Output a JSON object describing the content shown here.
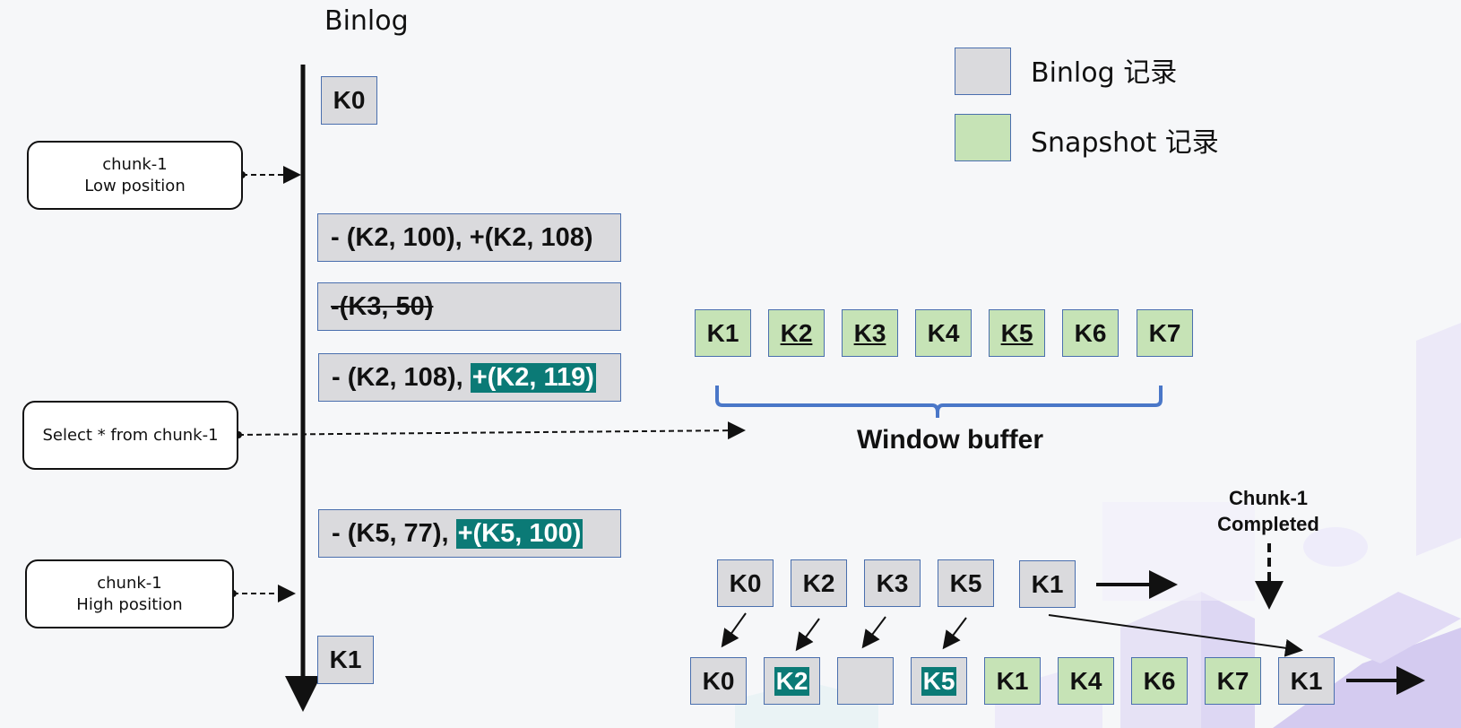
{
  "title": "Binlog",
  "legend": {
    "binlog_label": "Binlog 记录",
    "snapshot_label": "Snapshot 记录",
    "binlog_color": "#dadadd",
    "snapshot_color": "#c6e3b6"
  },
  "callouts": {
    "low": {
      "line1": "chunk-1",
      "line2": "Low position"
    },
    "select": {
      "text": "Select * from chunk-1"
    },
    "high": {
      "line1": "chunk-1",
      "line2": "High position"
    }
  },
  "binlog_events": {
    "k0": "K0",
    "e1": "- (K2, 100), +(K2, 108)",
    "e2": "-(K3, 50)",
    "e3_prefix": "- (K2, 108), ",
    "e3_highlight": "+(K2, 119)",
    "e4_prefix": "- (K5, 77), ",
    "e4_highlight": "+(K5, 100)",
    "k1": "K1"
  },
  "window_buffer": {
    "label": "Window buffer",
    "keys": [
      "K1",
      "K2",
      "K3",
      "K4",
      "K5",
      "K6",
      "K7"
    ]
  },
  "merge": {
    "top": [
      "K0",
      "K2",
      "K3",
      "K5",
      "K1"
    ],
    "bottom": [
      "K0",
      "K2",
      "",
      "K5",
      "K1",
      "K4",
      "K6",
      "K7",
      "K1"
    ],
    "completed_line1": "Chunk-1",
    "completed_line2": "Completed"
  },
  "highlight_color": "#0b7a76"
}
